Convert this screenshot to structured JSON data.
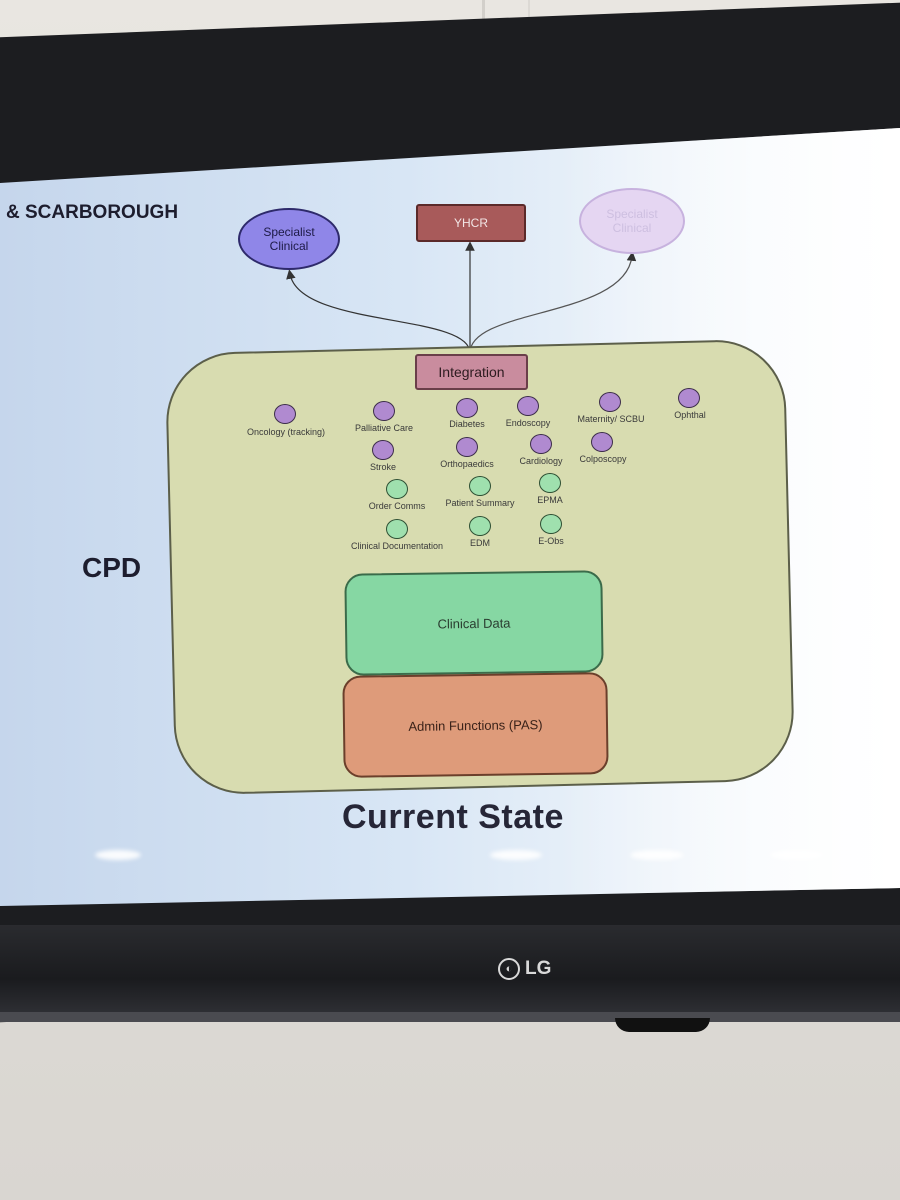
{
  "slide": {
    "header_title": "& SCARBOROUGH",
    "side_label": "CPD",
    "footer_title": "Current State"
  },
  "top_nodes": {
    "specialist_left": "Specialist Clinical",
    "yhcr": "YHCR",
    "specialist_right": "Specialist Clinical"
  },
  "integration": {
    "label": "Integration"
  },
  "purple_modules": [
    "Oncology (tracking)",
    "Palliative Care",
    "Diabetes",
    "Endoscopy",
    "Maternity/ SCBU",
    "Ophthal",
    "Stroke",
    "Orthopaedics",
    "Cardiology",
    "Colposcopy"
  ],
  "green_modules": [
    "Order Comms",
    "Patient Summary",
    "EPMA",
    "Clinical Documentation",
    "EDM",
    "E-Obs"
  ],
  "layers": {
    "clinical_data": "Clinical Data",
    "admin_functions": "Admin Functions (PAS)"
  },
  "tv": {
    "brand": "LG"
  },
  "colors": {
    "purple_node": "#b08ad0",
    "green_node": "#9fe0ae",
    "integration_bg": "#d8dcb0",
    "yhcr": "#a85a5a",
    "clinical_data": "#86d7a3",
    "admin": "#de9b7a"
  }
}
